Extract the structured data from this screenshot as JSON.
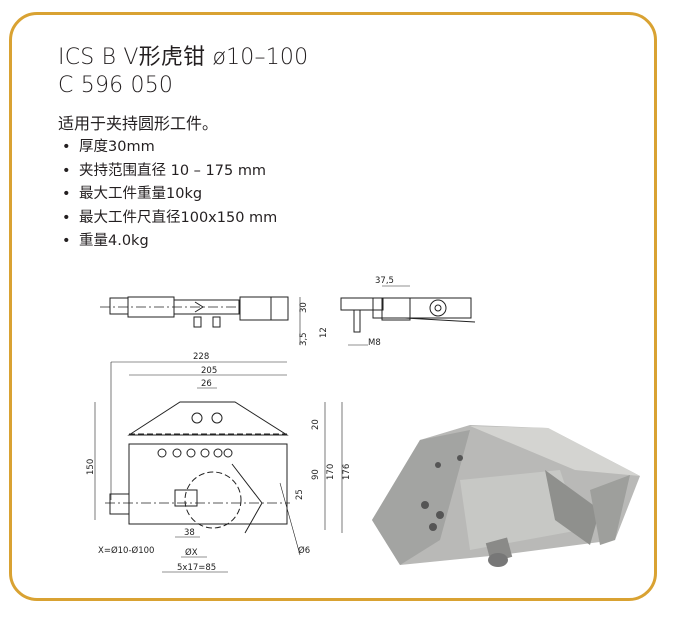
{
  "product": {
    "title_line1": "ICS B V形虎钳 ø10–100",
    "title_line2": "C 596 050",
    "intro": "适用于夹持圆形工件。",
    "specs": [
      "厚度30mm",
      "夹持范围直径 10 – 175 mm",
      "最大工件重量10kg",
      "最大工件尺直径100x150 mm",
      "重量4.0kg"
    ]
  },
  "drawing": {
    "side": {
      "d30": "30",
      "d3_5": "3,5",
      "d12": "12",
      "d37_5": "37,5",
      "m8": "M8"
    },
    "top": {
      "d228": "228",
      "d205": "205",
      "d26": "26",
      "d20": "20",
      "d90": "90",
      "d170": "170",
      "d176": "176",
      "d150": "150",
      "d25": "25",
      "d38": "38",
      "dx": "ØX",
      "d6": "Ø6",
      "range": "X=Ø10-Ø100",
      "pitch": "5x17=85"
    }
  },
  "colors": {
    "border": "#d9a232"
  }
}
